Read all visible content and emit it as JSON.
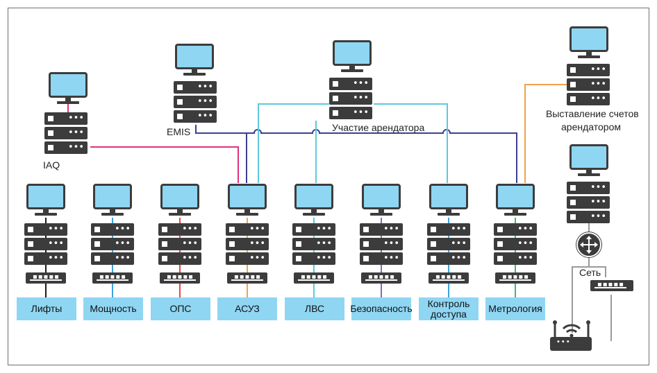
{
  "labels": {
    "iaq": "IAQ",
    "emis": "EMIS",
    "tenant": "Участие арендатора",
    "billing_line1": "Выставление счетов",
    "billing_line2": "арендатором",
    "network": "Сеть"
  },
  "subsystems": [
    {
      "label": "Лифты",
      "wire_color": "#1a1a1a"
    },
    {
      "label": "Мощность",
      "wire_color": "#3aa2dc"
    },
    {
      "label": "ОПС",
      "wire_color": "#e5463f"
    },
    {
      "label": "АСУЗ",
      "wire_color": "#f0a24a"
    },
    {
      "label": "ЛВС",
      "wire_color": "#5cc9de"
    },
    {
      "label": "Безопасность",
      "wire_color": "#7b6dc8"
    },
    {
      "label": "Контроль доступа",
      "label_line1": "Контроль",
      "label_line2": "доступа",
      "wire_color": "#3aa2dc"
    },
    {
      "label": "Метрология",
      "wire_color": "#3dbb6a"
    }
  ],
  "colors": {
    "screen": "#8fd6f3",
    "device": "#3c3c3c",
    "label_box": "#8fd6f3",
    "iaq_link": "#e0317e",
    "emis_link": "#3a3f8f",
    "tenant_link": "#5cc9de",
    "billing_link": "#f0a24a",
    "network_link": "#9a9a9a"
  },
  "icons": [
    "monitor-icon",
    "server-icon",
    "switch-icon",
    "network-router-icon",
    "wifi-router-icon"
  ]
}
